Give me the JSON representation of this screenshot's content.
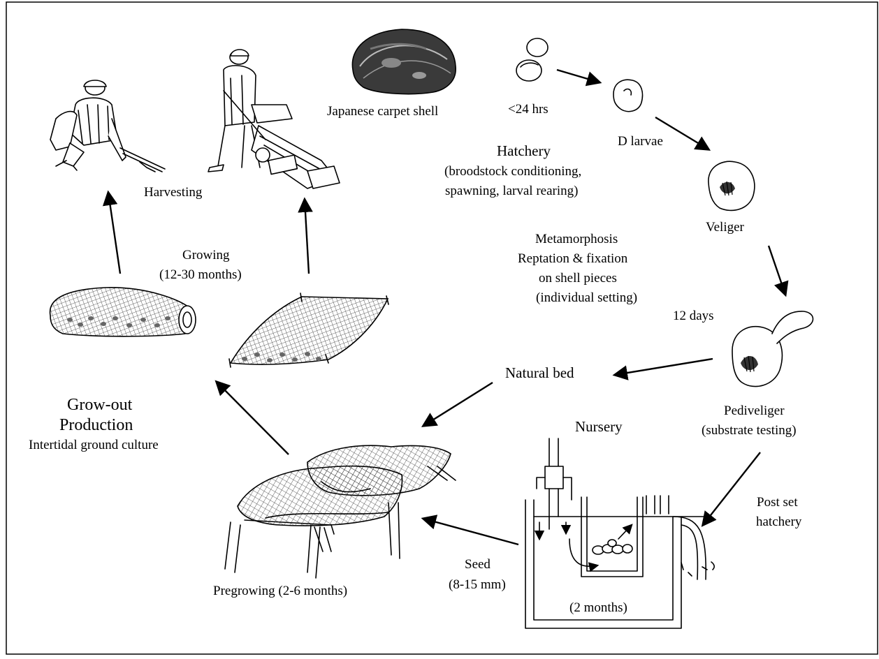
{
  "labels": {
    "carpet_shell": "Japanese carpet shell",
    "lt24": "<24 hrs",
    "d_larvae": "D larvae",
    "hatchery_title": "Hatchery",
    "hatchery_line1": "(broodstock conditioning,",
    "hatchery_line2": "spawning, larval rearing)",
    "veliger": "Veliger",
    "meta1": "Metamorphosis",
    "meta2": "Reptation & fixation",
    "meta3": "on shell pieces",
    "meta4": "(individual setting)",
    "days12": "12 days",
    "pedi1": "Pediveliger",
    "pedi2": "(substrate testing)",
    "natural_bed": "Natural bed",
    "nursery": "Nursery",
    "postset1": "Post set",
    "postset2": "hatchery",
    "two_months": "(2 months)",
    "seed1": "Seed",
    "seed2": "(8-15 mm)",
    "pregrowing": "Pregrowing (2-6 months)",
    "growout1": "Grow-out",
    "growout2": "Production",
    "growout3": "Intertidal ground culture",
    "growing1": "Growing",
    "growing2": "(12-30 months)",
    "harvesting": "Harvesting"
  }
}
